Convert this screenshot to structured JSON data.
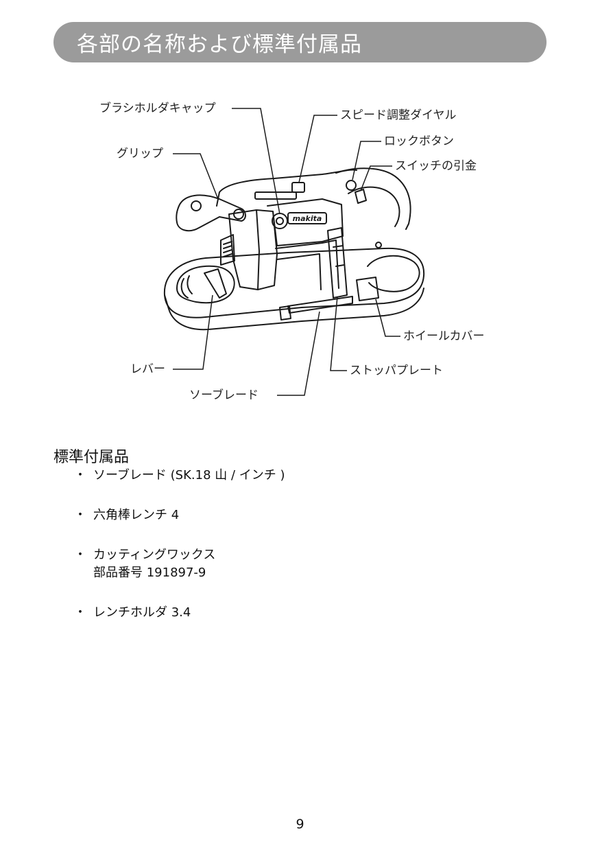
{
  "header": {
    "title": "各部の名称および標準付属品"
  },
  "figure": {
    "callouts": {
      "brush_holder_cap": "ブラシホルダキャップ",
      "speed_dial": "スピード調整ダイヤル",
      "grip": "グリップ",
      "lock_button": "ロックボタン",
      "switch_trigger": "スイッチの引金",
      "wheel_cover": "ホイールカバー",
      "lever": "レバー",
      "stop_plate": "ストッパプレート",
      "saw_blade": "ソーブレード"
    },
    "brand_logo": "makita"
  },
  "accessories": {
    "title": "標準付属品",
    "bullet": "・",
    "items": [
      {
        "text": "ソーブレード (SK.18 山 / インチ )",
        "sub": ""
      },
      {
        "text": "六角棒レンチ 4",
        "sub": ""
      },
      {
        "text": "カッティングワックス",
        "sub": "部品番号 191897-9"
      },
      {
        "text": "レンチホルダ 3.4",
        "sub": ""
      }
    ]
  },
  "page_number": "9"
}
